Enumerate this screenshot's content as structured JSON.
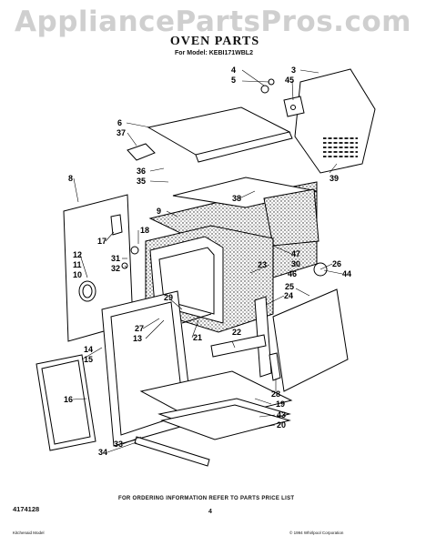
{
  "watermark": "AppliancePartsPros.com",
  "header": {
    "title": "OVEN PARTS",
    "model": "For Model: KEBI171WBL2"
  },
  "callouts": [
    "3",
    "4",
    "5",
    "45",
    "6",
    "37",
    "36",
    "35",
    "8",
    "9",
    "38",
    "39",
    "17",
    "18",
    "12",
    "11",
    "10",
    "31",
    "32",
    "23",
    "47",
    "30",
    "26",
    "46",
    "44",
    "29",
    "24",
    "25",
    "27",
    "13",
    "21",
    "22",
    "14",
    "15",
    "16",
    "28",
    "19",
    "43",
    "20",
    "33",
    "34"
  ],
  "footer": {
    "ordering_note": "FOR ORDERING INFORMATION REFER TO PARTS PRICE LIST",
    "doc_number": "4174128",
    "page_number": "4",
    "copyright": "© 1994 Whirlpool Corporation",
    "small_code": "Kitchenaid Model"
  }
}
